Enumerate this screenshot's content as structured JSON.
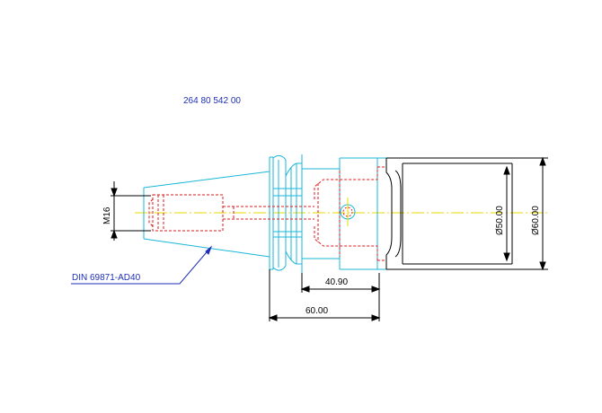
{
  "part_number": "264 80 542 00",
  "standard_label": "DIN 69871-AD40",
  "thread_label": "M16",
  "dimensions": {
    "inner_length": "40.90",
    "overall_length": "60.00",
    "diameter_inner": "Ø50.00",
    "diameter_outer": "Ø60.00"
  },
  "colors": {
    "outline": "#19b6d8",
    "hidden": "#e0191c",
    "centerline": "#e8d800",
    "dimension": "#000000",
    "leader": "#1f2fb8",
    "text_blue": "#1f2fb8"
  }
}
